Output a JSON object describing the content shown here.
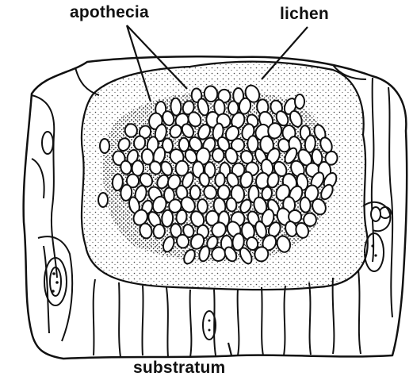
{
  "labels": {
    "apothecia": "apothecia",
    "lichen": "lichen",
    "substratum": "substratum"
  },
  "colors": {
    "ink": "#111111",
    "paper": "#ffffff",
    "stipple": "#444444"
  }
}
